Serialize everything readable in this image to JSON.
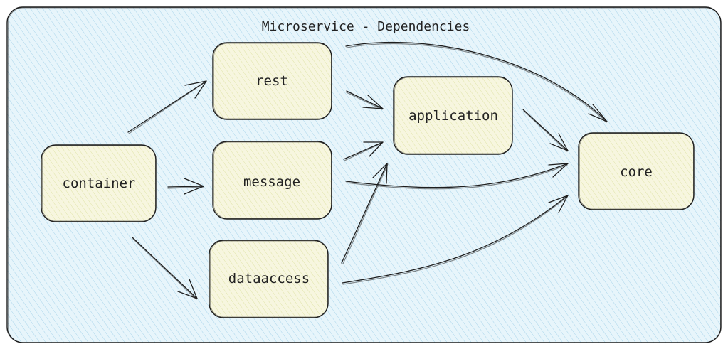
{
  "title": "Microservice - Dependencies",
  "colors": {
    "frame_fill": "#e7f5fb",
    "frame_hatch": "#a9d4ea",
    "node_fill": "#f7f6df",
    "node_hatch": "#dfe3a8",
    "stroke": "#1e1e1e"
  },
  "nodes": {
    "container": "container",
    "rest": "rest",
    "message": "message",
    "dataaccess": "dataaccess",
    "application": "application",
    "core": "core"
  },
  "edges": [
    {
      "from": "container",
      "to": "rest"
    },
    {
      "from": "container",
      "to": "message"
    },
    {
      "from": "container",
      "to": "dataaccess"
    },
    {
      "from": "rest",
      "to": "application"
    },
    {
      "from": "rest",
      "to": "core"
    },
    {
      "from": "message",
      "to": "application"
    },
    {
      "from": "message",
      "to": "core"
    },
    {
      "from": "dataaccess",
      "to": "application"
    },
    {
      "from": "dataaccess",
      "to": "core"
    },
    {
      "from": "application",
      "to": "core"
    }
  ]
}
